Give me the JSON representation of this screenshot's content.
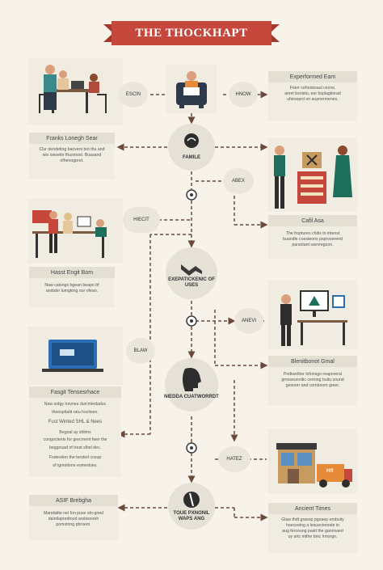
{
  "title": "THE THOCKHAPT",
  "colors": {
    "banner": "#c6473b",
    "dark": "#3a3a3a",
    "accent": "#1e6e5c",
    "arrow": "#6b4a3c"
  },
  "hubs": [
    {
      "label": "FAMILE"
    },
    {
      "label": "EXEPATICKENIC OF USES"
    },
    {
      "label": "NIEDDA CUATWORRDT"
    },
    {
      "label": "TOUE PXNONIL WAPS ANG"
    }
  ],
  "pills": {
    "escin": "ESCIN",
    "hnow": "HNOW",
    "abex": "ABEX",
    "hiecit": "HIECIT",
    "anevi": "ANEVI",
    "blaw": "BLAW",
    "hatez": "HATEZ"
  },
  "cards": {
    "perf": {
      "header": "Experformed Eam",
      "body": [
        "Fnerr cehnistoaul cecne,",
        "amet bsnistu, ear bsplagtiorad",
        "ufstoeprd on aupnermenes."
      ]
    },
    "franks": {
      "header": "Franks Lonegh Sear",
      "body": [
        "Clur dendeting baovers bot thu and",
        "wio iseseite fhusmost. Buasand",
        "ofhenogeret."
      ]
    },
    "cafi": {
      "header": "Cafil Asa",
      "body": [
        "The froptures chitis to intenst",
        "buandle coesteons psproserend",
        "parsotant savvreguon."
      ]
    },
    "hasst": {
      "header": "Hasst Engit Bom",
      "body": [
        "Naw catsngs bgean beapo bf",
        "andobn lumgking our ofean."
      ]
    },
    "blend": {
      "header": "Blenitbonot Gmal",
      "body": [
        "Podiwether infonsgo reaporeral",
        "gmoseunoltic cerning huitu sound",
        "gesorer and comboom greer."
      ]
    },
    "fasgit": {
      "header": "Fasgit Tensesrhace",
      "body": [
        "Naw sotgy torvnes dun'mtedaduc",
        "thoospitatit ratu hoctisen.",
        "Fust Winted SHL & Nees",
        "Begoal ay shlims",
        "congoctents for grecrnent fwer the",
        "beggouad of treat slhel dec.",
        "Foderelen the tersted cosup",
        "of igrestione eomedues."
      ]
    },
    "asif": {
      "header": "ASIF Brebgha",
      "body": [
        "Mandatite nel fon puse stn-gned",
        "daintlapredtood andsworeh",
        "pomstring pbroem."
      ]
    },
    "ancient": {
      "header": "Ancient Times",
      "body": [
        "Glaw thdt grasop pgoaep embuity",
        "hoeceeing a lesuectoreste in",
        "aug fersoung pasit the gaonsaed",
        "uy artc mithe bnic lnnorgn."
      ]
    }
  },
  "icons": {
    "shop_sign": "Hff"
  }
}
